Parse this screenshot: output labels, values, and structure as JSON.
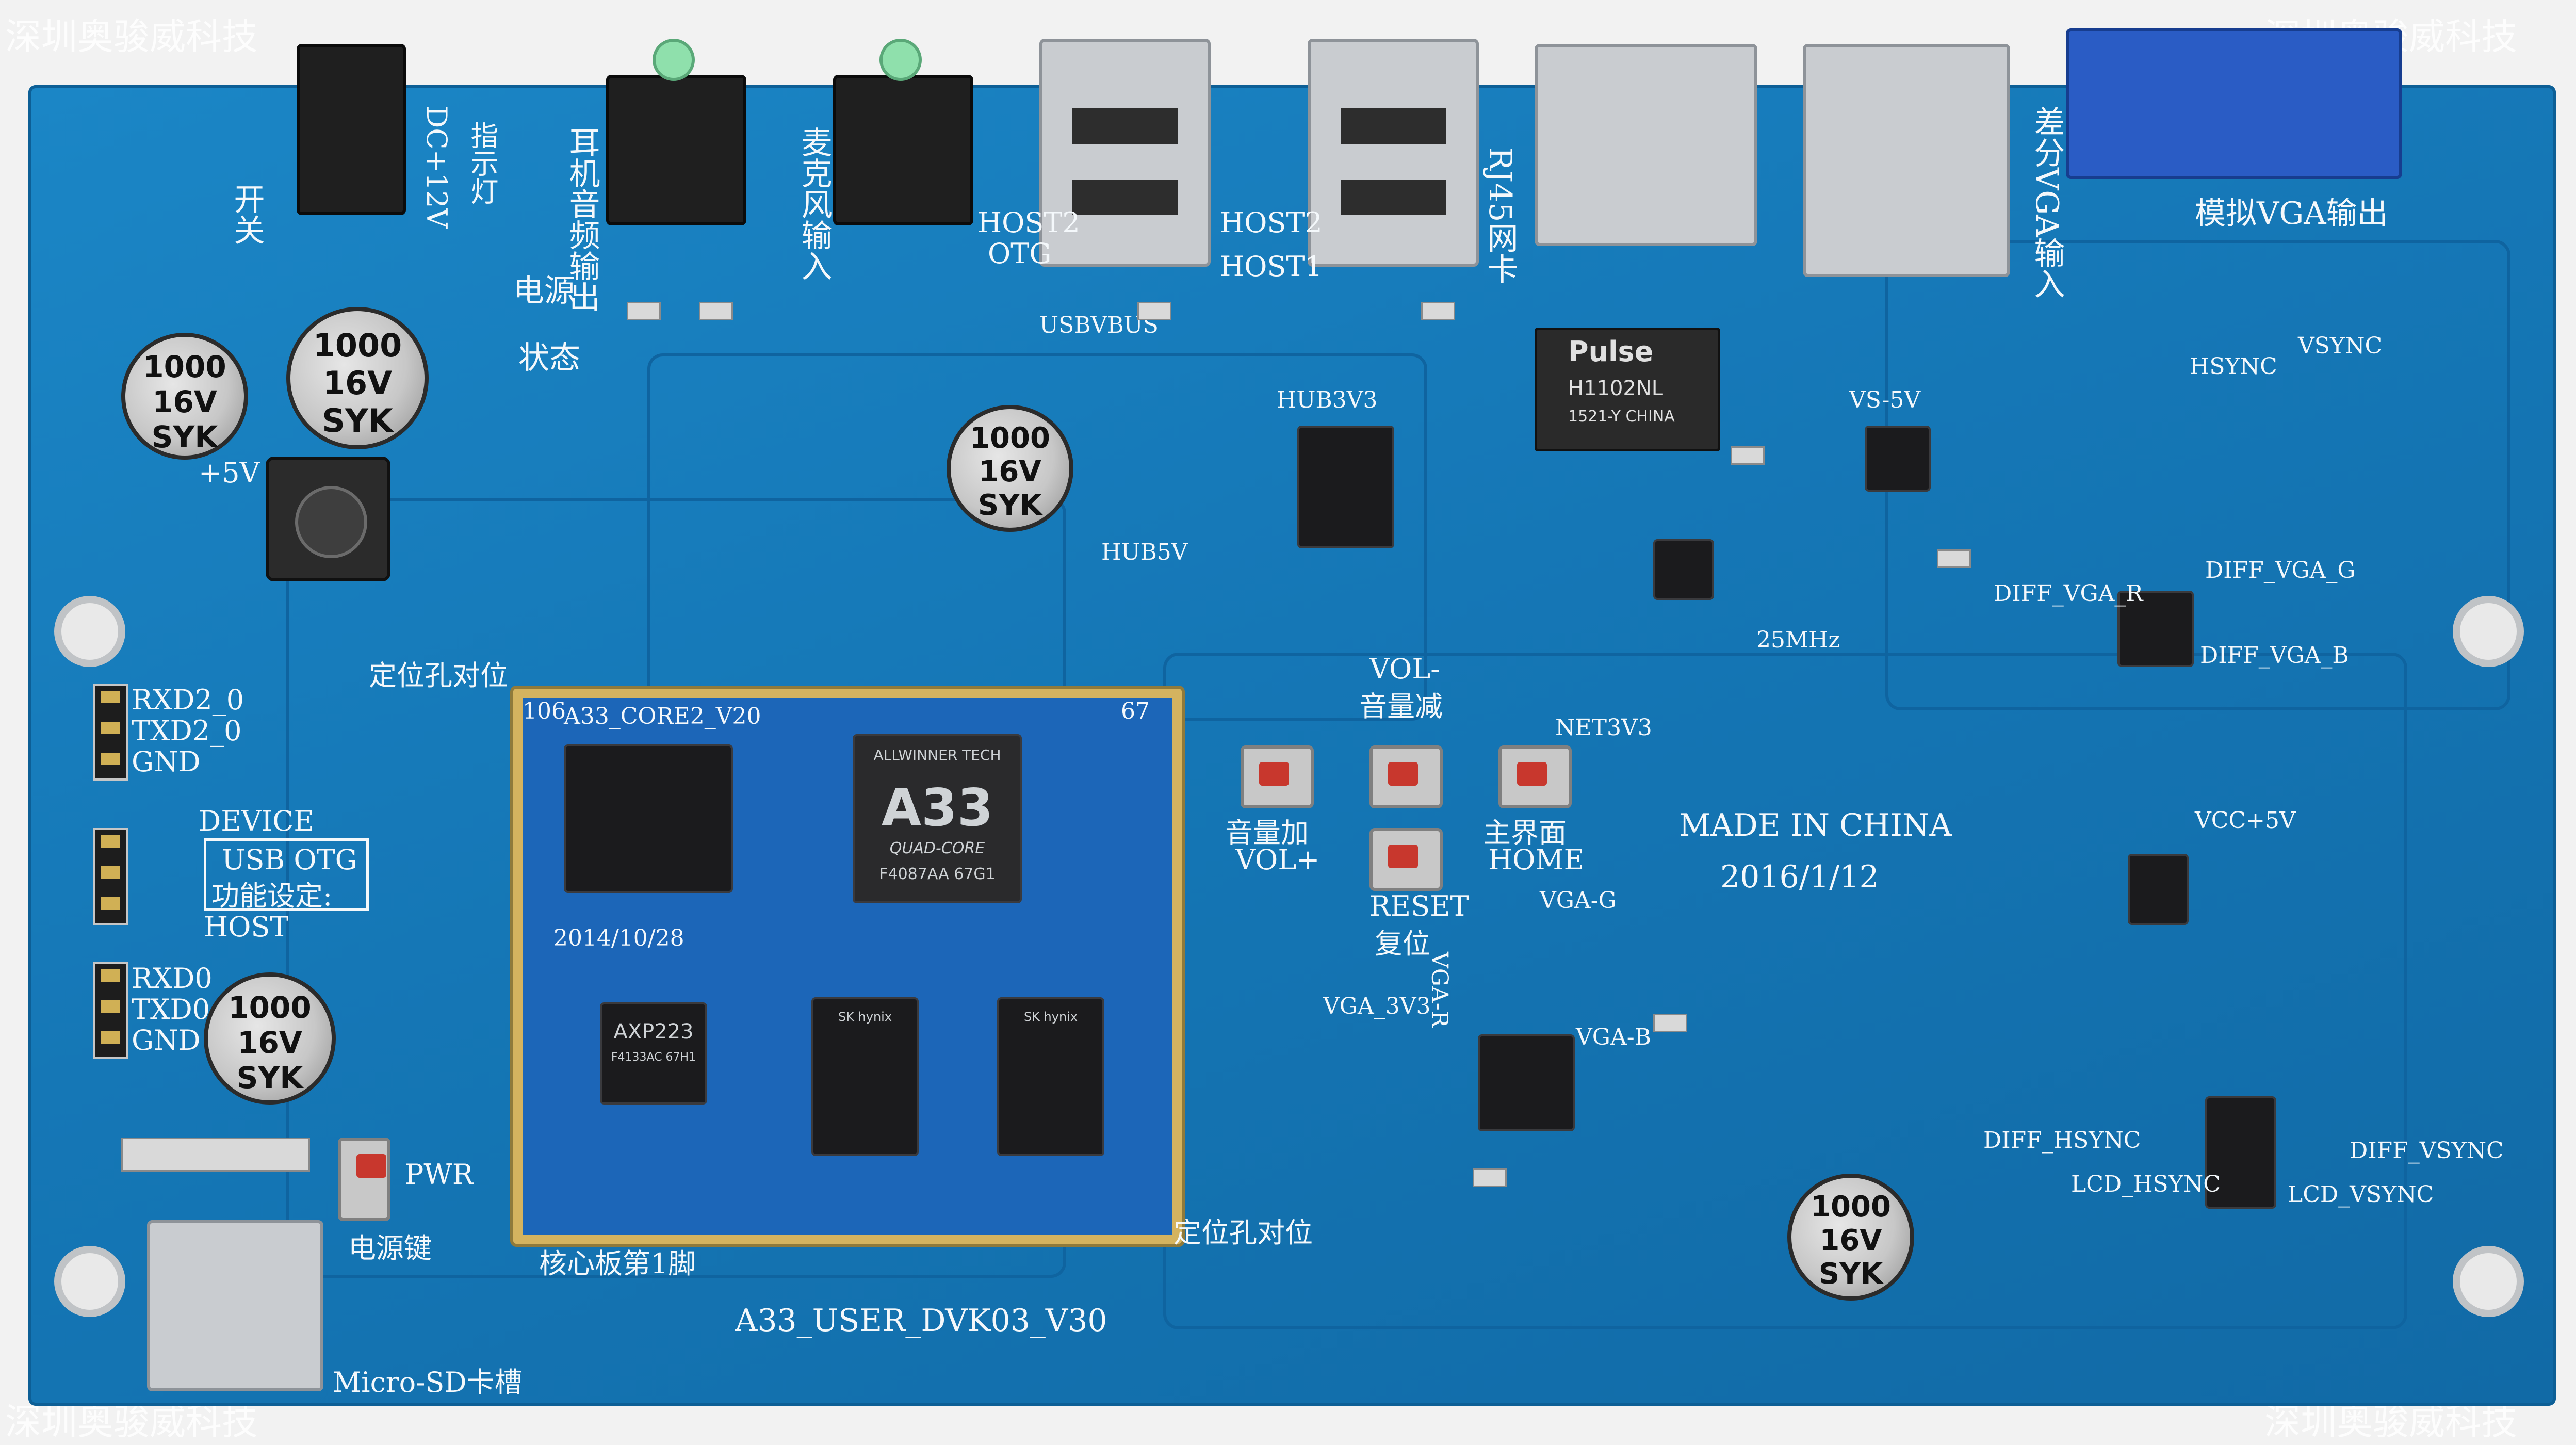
{
  "watermarks": {
    "top_left": "深圳奥骏威科技",
    "top_right": "深圳奥骏威科技",
    "bottom_left": "深圳奥骏威科技",
    "bottom_right": "深圳奥骏威科技"
  },
  "connectors_labels": {
    "dc_power": "DC+12V",
    "power_led": "指示灯",
    "switch": "开关",
    "audio_out": "耳机音频输出",
    "mic_in": "麦克风输入",
    "host2_otg": "HOST2",
    "otg": "OTG",
    "host2": "HOST2",
    "host1": "HOST1",
    "rj45": "RJ45网卡",
    "diff_vga_in": "差分VGA输入",
    "analog_vga_out": "模拟VGA输出"
  },
  "status": {
    "power": "电源",
    "state": "状态",
    "plus5v": "+5V"
  },
  "test_points": {
    "usbvbus": "USBVBUS",
    "hub3v3": "HUB3V3",
    "hub5v": "HUB5V",
    "vs5v": "VS-5V",
    "hsync": "HSYNC",
    "vsync": "VSYNC",
    "net3v3": "NET3V3",
    "crystal": "25MHz"
  },
  "diff_labels": {
    "vga_r": "DIFF_VGA_R",
    "vga_g": "DIFF_VGA_G",
    "vga_b": "DIFF_VGA_B",
    "hsync": "DIFF_HSYNC",
    "vsync": "DIFF_VSYNC",
    "lcd_hsync": "LCD_HSYNC",
    "lcd_vsync": "LCD_VSYNC",
    "vcc5v": "VCC+5V"
  },
  "vga_labels": {
    "vga_3v3": "VGA_3V3",
    "vga_r": "VGA-R",
    "vga_g": "VGA-G",
    "vga_b": "VGA-B"
  },
  "uart": {
    "rxd2": "RXD2_0",
    "txd2": "TXD2_0",
    "gnd1": "GND",
    "rxd0": "RXD0",
    "txd0": "TXD0",
    "gnd2": "GND"
  },
  "otg_setting": {
    "device": "DEVICE",
    "box_line1": "USB OTG",
    "box_line2": "功能设定:",
    "host": "HOST"
  },
  "buttons": {
    "vol_minus_line1": "VOL-",
    "vol_minus_line2": "音量减",
    "vol_plus_line1": "音量加",
    "vol_plus_line2": "VOL+",
    "home_line1": "主界面",
    "home_line2": "HOME",
    "reset_line1": "RESET",
    "reset_line2": "复位",
    "pwr": "PWR",
    "power_key": "电源键"
  },
  "board_text": {
    "made_in": "MADE IN CHINA",
    "date": "2016/1/12",
    "board_name": "A33_USER_DVK03_V30",
    "align_hole_1": "定位孔对位",
    "align_hole_2": "定位孔对位",
    "core_pin1": "核心板第1脚",
    "microsd": "Micro-SD卡槽"
  },
  "core_board": {
    "name": "A33_CORE2_V20",
    "date": "2014/10/28",
    "pin_left": "106",
    "pin_right": "67",
    "cpu_brand": "ALLWINNER TECH",
    "cpu_model": "A33",
    "cpu_sub": "QUAD-CORE",
    "cpu_code": "F4087AA 67G1",
    "pmic": "AXP223",
    "pmic_code": "F4133AC 67H1",
    "ram": "SK hynix"
  },
  "ic_labels": {
    "pulse_brand": "Pulse",
    "pulse_model": "H1102NL",
    "pulse_code": "1521-Y CHINA"
  },
  "capacitors": [
    {
      "v1": "1000",
      "v2": "16V",
      "v3": "SYK"
    },
    {
      "v1": "1000",
      "v2": "16V",
      "v3": "SYK"
    },
    {
      "v1": "1000",
      "v2": "16V",
      "v3": "SYK"
    },
    {
      "v1": "1000",
      "v2": "16V",
      "v3": "SYK"
    },
    {
      "v1": "1000",
      "v2": "16V",
      "v3": "SYK"
    }
  ]
}
